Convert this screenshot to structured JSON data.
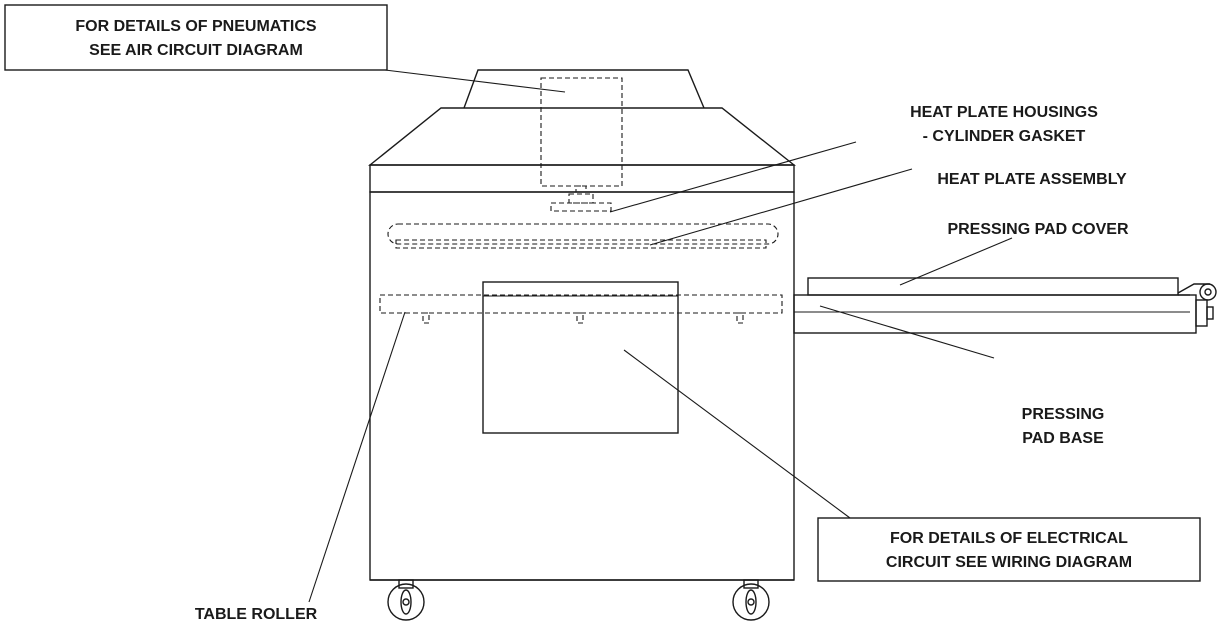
{
  "labels": {
    "pneumatics": [
      "FOR DETAILS OF PNEUMATICS",
      "SEE AIR CIRCUIT DIAGRAM"
    ],
    "heat_plate_housings": [
      "HEAT PLATE HOUSINGS",
      "- CYLINDER GASKET"
    ],
    "heat_plate_assembly": "HEAT PLATE ASSEMBLY",
    "pressing_pad_cover": "PRESSING PAD COVER",
    "pressing_pad_base": [
      "PRESSING",
      "PAD BASE"
    ],
    "electrical": [
      "FOR DETAILS OF ELECTRICAL",
      "CIRCUIT SEE WIRING DIAGRAM"
    ],
    "table_roller": "TABLE ROLLER"
  },
  "colors": {
    "line": "#1a1a1a",
    "background": "#ffffff"
  }
}
